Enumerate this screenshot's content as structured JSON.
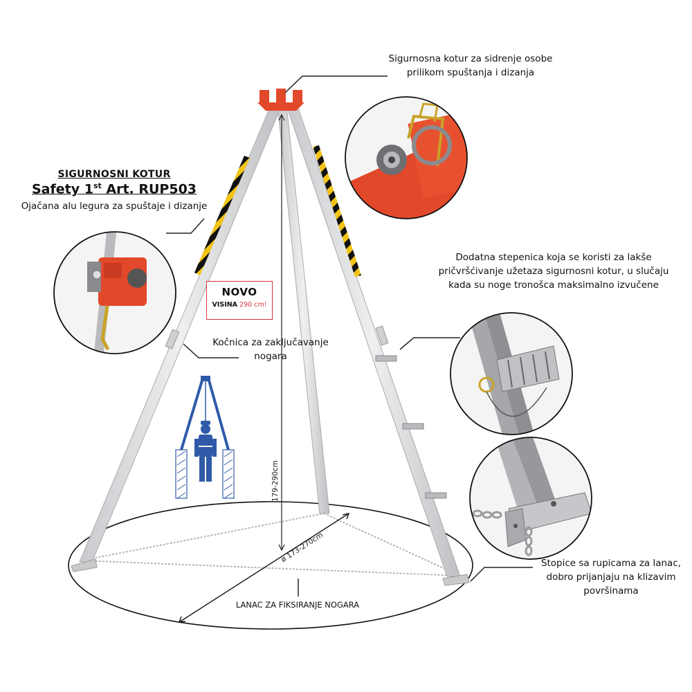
{
  "title": {
    "heading": "SIGURNOSNI KOTUR",
    "product_prefix": "Safety 1",
    "product_sup": "st",
    "product_suffix": " Art. RUP503",
    "subtitle": "Ojačana alu legura za spuštaje i dizanje"
  },
  "callouts": {
    "pulley": [
      "Sigurnosna kotur za sidrenje osobe",
      "prilikom spuštanja i dizanja"
    ],
    "ladder": [
      "Dodatna stepenica koja se koristi za lakše",
      "pričvršćivanje užetaza sigurnosni kotur, u slučaju",
      "kada su noge tronošca maksimalno izvučene"
    ],
    "brake": [
      "Kočnica za zaključavanje",
      "nogara"
    ],
    "feet": [
      "Stopice sa rupicama za lanac,",
      "dobro prijanjaju na klizavim",
      "površinama"
    ],
    "chain": "LANAC ZA FIKSIRANJE NOGARA"
  },
  "badge": {
    "novo": "NOVO",
    "visina_label": "VISINA",
    "visina_value": "290 cm!"
  },
  "dimensions": {
    "height": "179-290cm",
    "diameter": "ø 173-270cm"
  },
  "colors": {
    "orange": "#e2482a",
    "aluminium": "#d9dadc",
    "hazard_yellow": "#f2c418",
    "badge_red": "#d9333a",
    "figure_blue": "#2f5aa8"
  }
}
